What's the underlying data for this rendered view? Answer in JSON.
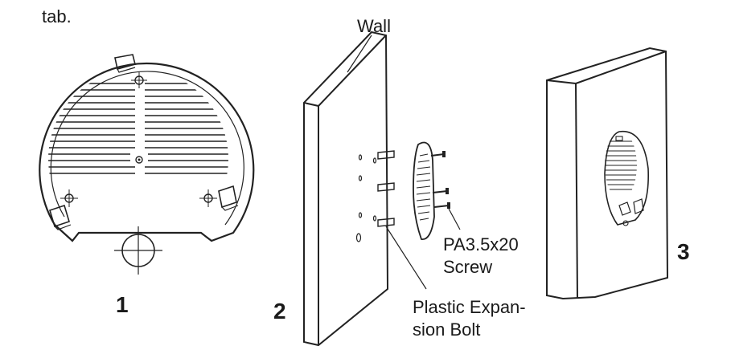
{
  "top_text": "tab.",
  "labels": {
    "wall": "Wall",
    "screw_line1": "PA3.5x20",
    "screw_line2": "Screw",
    "bolt_line1": "Plastic Expan-",
    "bolt_line2": "sion Bolt"
  },
  "steps": [
    "1",
    "2",
    "3"
  ],
  "icons": {
    "step1": "access-point-back-view",
    "step2": "wall-mount-exploded-view",
    "step3": "mounted-access-point"
  }
}
